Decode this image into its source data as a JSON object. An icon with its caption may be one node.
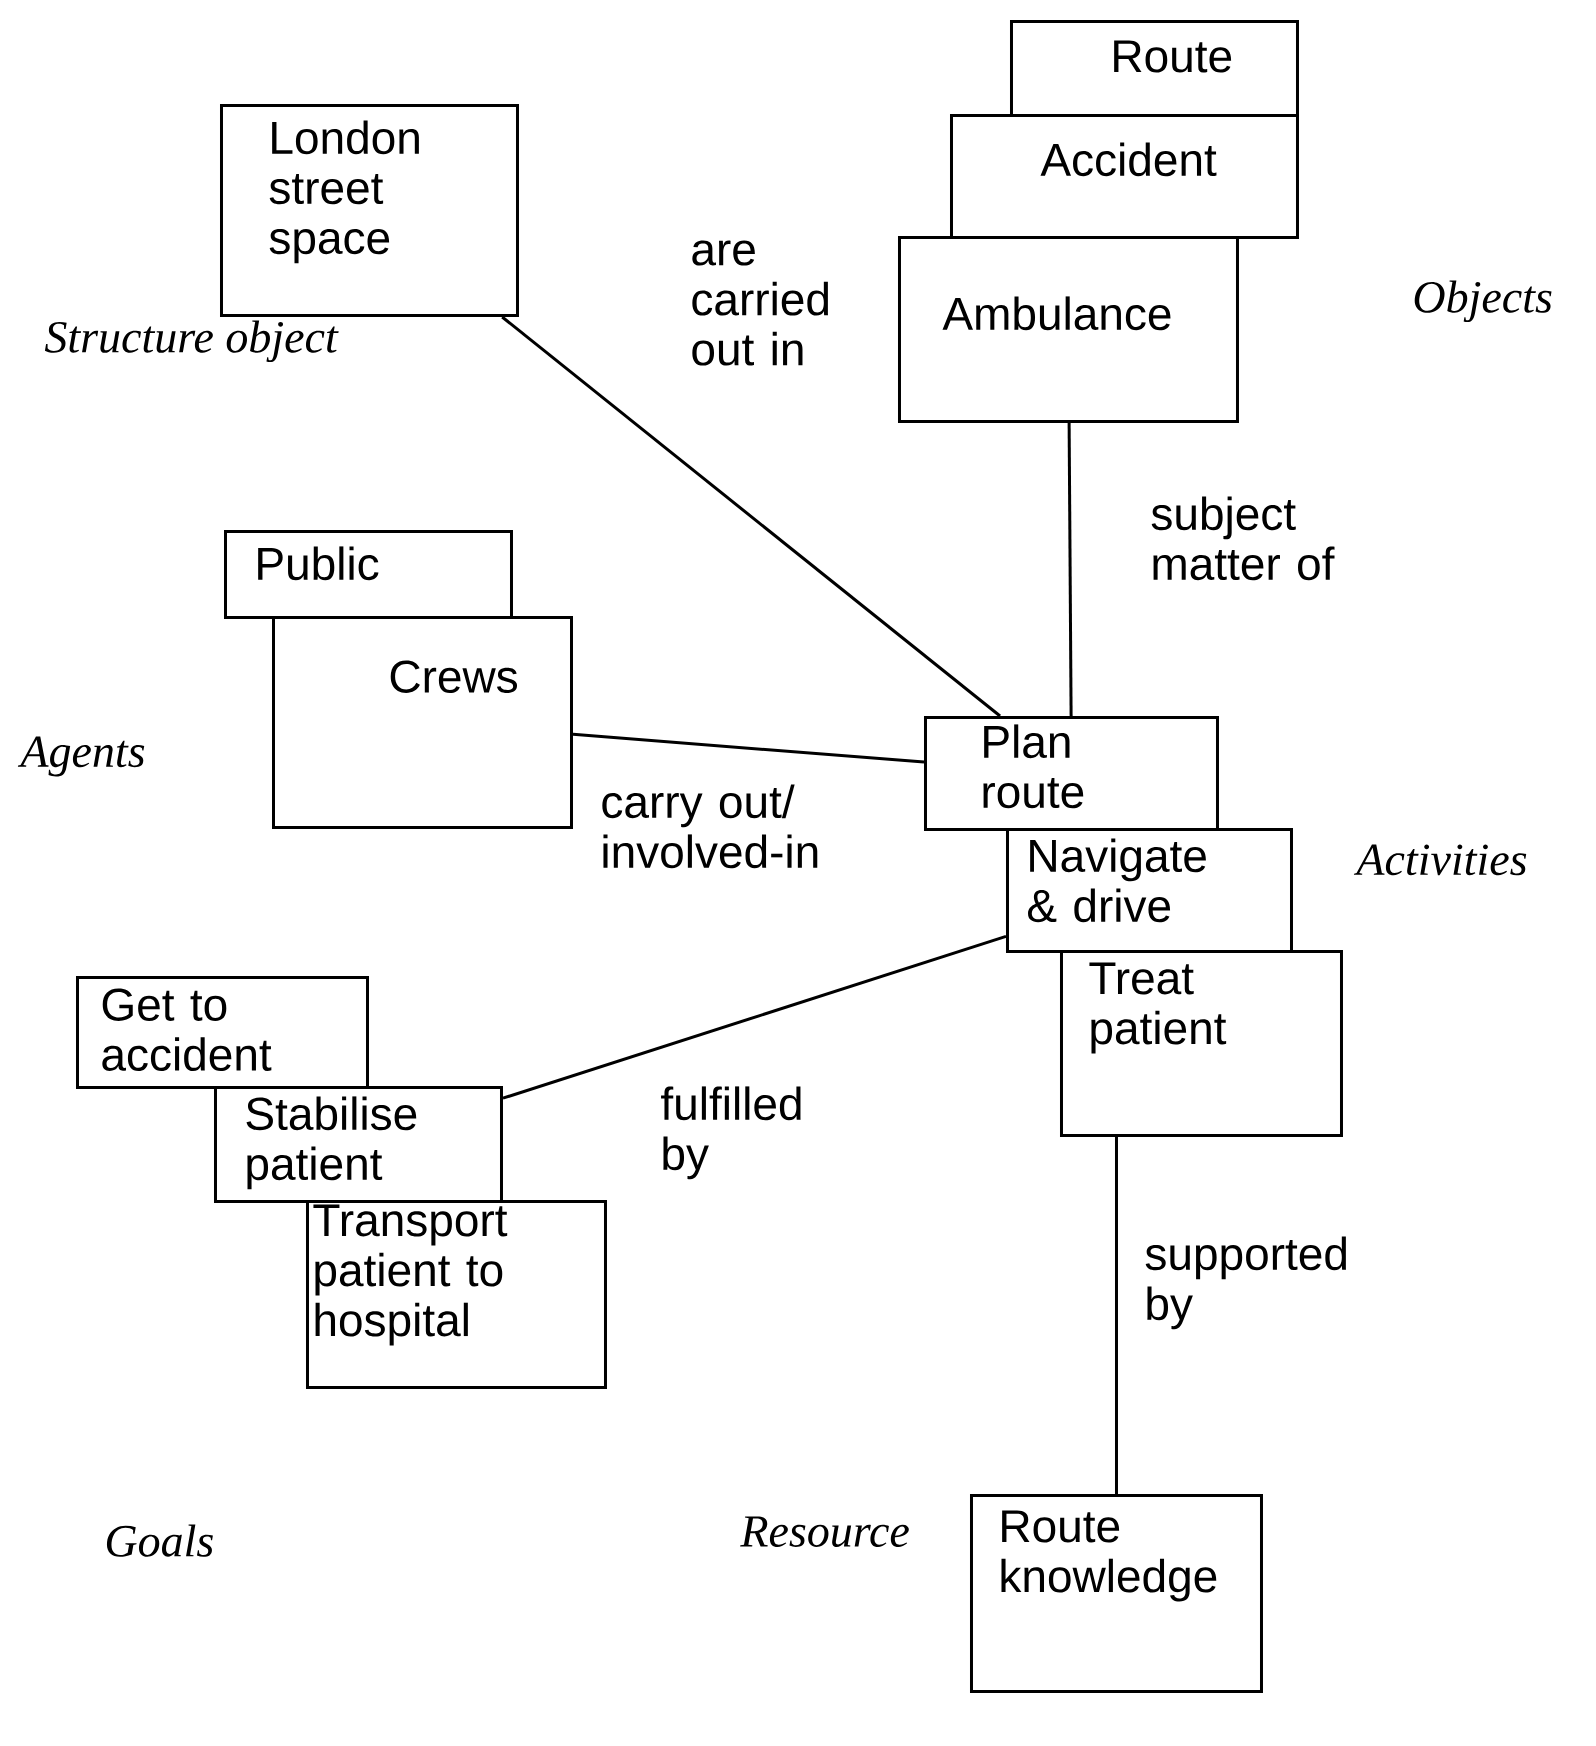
{
  "diagram": {
    "nodes": [
      {
        "text": [
          "London street space"
        ]
      },
      {
        "text": [
          "Route"
        ]
      },
      {
        "text": [
          "Accident"
        ]
      },
      {
        "text": [
          "Ambulance"
        ]
      },
      {
        "text": [
          "Public"
        ]
      },
      {
        "text": [
          "Crews"
        ]
      },
      {
        "text": [
          "Plan route"
        ]
      },
      {
        "text": [
          "Navigate & drive"
        ]
      },
      {
        "text": [
          "Treat patient"
        ]
      },
      {
        "text": [
          "Get to accident"
        ]
      },
      {
        "text": [
          "Stabilise patient"
        ]
      },
      {
        "text": [
          "Transport patient to hospital"
        ]
      },
      {
        "text": [
          "Route knowledge"
        ]
      }
    ],
    "edges": [
      {
        "from": 0,
        "to": 6,
        "arrow": "none",
        "label": "are carried out in"
      },
      {
        "from": 3,
        "to": 6,
        "arrow": "none",
        "label": "subject matter of"
      },
      {
        "from": 5,
        "to": 6,
        "arrow": "none",
        "label": "carry out/ involved-in"
      },
      {
        "from": 10,
        "to": 7,
        "arrow": "none",
        "label": "fulfilled by"
      },
      {
        "from": 8,
        "to": 12,
        "arrow": "none",
        "label": "supported by"
      }
    ],
    "labels": [
      "Structure object",
      "Objects",
      "Agents",
      "Activities",
      "Goals",
      "Resource"
    ]
  }
}
